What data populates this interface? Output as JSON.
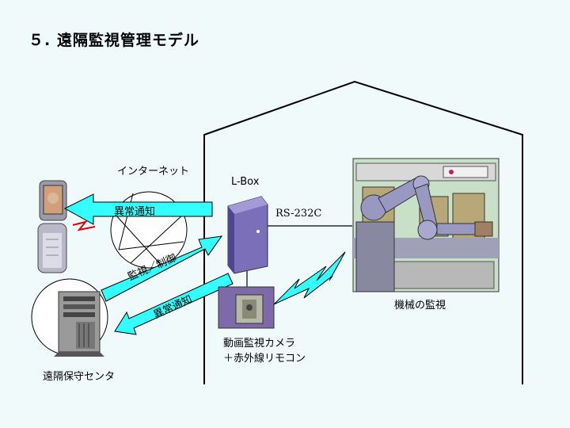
{
  "title": "５. 遠隔監視管理モデル",
  "labels": {
    "internet": "インターネット",
    "lbox": "L-Box",
    "rs232c": "RS-232C",
    "machine_monitoring": "機械の監視",
    "camera_line1": "動画監視カメラ",
    "camera_line2": "＋赤外線リモコン",
    "maintenance_center": "遠隔保守センタ"
  },
  "arrows": {
    "alert": "異常通知",
    "monitor_control": "監視／制御",
    "alert2": "異常通知"
  },
  "colors": {
    "background": "#f0fafa",
    "arrow": "#33ffff",
    "lightning": "#33ffff",
    "house_line": "#000000",
    "lbox": "#6a5fa8",
    "camera": "#8a6fb8"
  }
}
